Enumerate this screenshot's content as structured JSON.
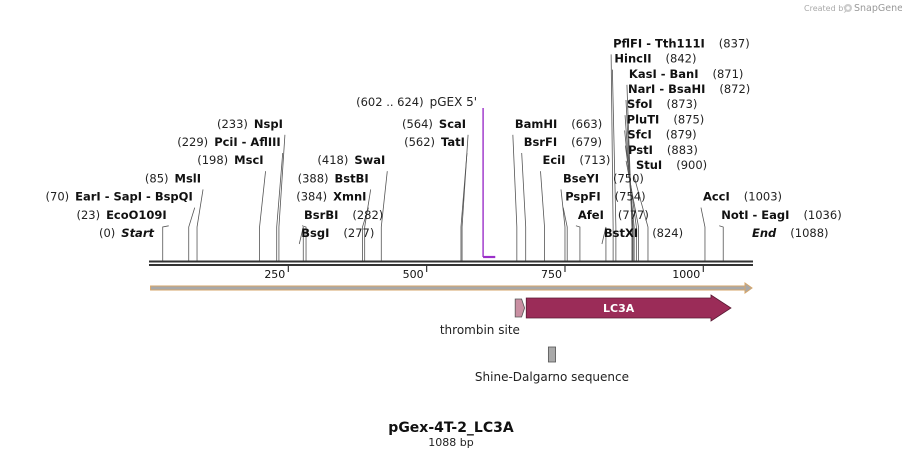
{
  "credit": {
    "prefix": "Created by",
    "brand": "SnapGene"
  },
  "plasmid": {
    "name": "pGex-4T-2_LC3A",
    "length_label": "1088 bp",
    "length": 1088
  },
  "colors": {
    "backbone": "#333333",
    "cut_line": "#555555",
    "primer": "#9b30c9",
    "orf": "#a8a8a8",
    "orf_border": "#d6a66a",
    "lc3a": "#9b2c58",
    "thrombin": "#c98fa2",
    "shine_dalgarno": "#a9a9a9"
  },
  "axis": {
    "ticks": [
      {
        "value": 250,
        "label": "250"
      },
      {
        "value": 500,
        "label": "500"
      },
      {
        "value": 750,
        "label": "750"
      },
      {
        "value": 1000,
        "label": "1000"
      }
    ]
  },
  "sites": [
    {
      "pos": 0,
      "pos_label": "(0)",
      "name": "Start",
      "italic": true,
      "side": "left",
      "row": 0
    },
    {
      "pos": 23,
      "pos_label": "(23)",
      "name": "EcoO109I",
      "side": "left",
      "row": 1
    },
    {
      "pos": 70,
      "pos_label": "(70)",
      "name": "EarI - SapI - BspQI",
      "side": "left",
      "row": 2
    },
    {
      "pos": 85,
      "pos_label": "(85)",
      "name": "MslI",
      "side": "left",
      "row": 3
    },
    {
      "pos": 198,
      "pos_label": "(198)",
      "name": "MscI",
      "side": "left",
      "row": 4
    },
    {
      "pos": 229,
      "pos_label": "(229)",
      "name": "PciI - AflIII",
      "side": "left",
      "row": 5
    },
    {
      "pos": 233,
      "pos_label": "(233)",
      "name": "NspI",
      "side": "left",
      "row": 6
    },
    {
      "pos": 277,
      "pos_label": "(277)",
      "name": "BsgI",
      "side": "right",
      "row": 0
    },
    {
      "pos": 282,
      "pos_label": "(282)",
      "name": "BsrBI",
      "side": "right",
      "row": 1
    },
    {
      "pos": 384,
      "pos_label": "(384)",
      "name": "XmnI",
      "side": "left",
      "row": 2
    },
    {
      "pos": 388,
      "pos_label": "(388)",
      "name": "BstBI",
      "side": "left",
      "row": 3
    },
    {
      "pos": 418,
      "pos_label": "(418)",
      "name": "SwaI",
      "side": "left",
      "row": 4
    },
    {
      "pos": 562,
      "pos_label": "(562)",
      "name": "TatI",
      "side": "left",
      "row": 5
    },
    {
      "pos": 564,
      "pos_label": "(564)",
      "name": "ScaI",
      "side": "left",
      "row": 6
    },
    {
      "pos": 663,
      "pos_label": "(663)",
      "name": "BamHI",
      "side": "right",
      "row": 6
    },
    {
      "pos": 679,
      "pos_label": "(679)",
      "name": "BsrFI",
      "side": "right",
      "row": 5
    },
    {
      "pos": 713,
      "pos_label": "(713)",
      "name": "EciI",
      "side": "right",
      "row": 4
    },
    {
      "pos": 750,
      "pos_label": "(750)",
      "name": "BseYI",
      "side": "right",
      "row": 3
    },
    {
      "pos": 754,
      "pos_label": "(754)",
      "name": "PspFI",
      "side": "right",
      "row": 2
    },
    {
      "pos": 777,
      "pos_label": "(777)",
      "name": "AfeI",
      "side": "right",
      "row": 1
    },
    {
      "pos": 824,
      "pos_label": "(824)",
      "name": "BstXI",
      "side": "right",
      "row": 0
    },
    {
      "pos": 837,
      "pos_label": "(837)",
      "name": "PflFI - Tth111I",
      "side": "right",
      "row": 15
    },
    {
      "pos": 842,
      "pos_label": "(842)",
      "name": "HincII",
      "side": "right",
      "row": 14
    },
    {
      "pos": 871,
      "pos_label": "(871)",
      "name": "KasI - BanI",
      "side": "right",
      "row": 13
    },
    {
      "pos": 872,
      "pos_label": "(872)",
      "name": "NarI - BsaHI",
      "side": "right",
      "row": 12
    },
    {
      "pos": 873,
      "pos_label": "(873)",
      "name": "SfoI",
      "side": "right",
      "row": 11
    },
    {
      "pos": 875,
      "pos_label": "(875)",
      "name": "PluTI",
      "side": "right",
      "row": 10
    },
    {
      "pos": 879,
      "pos_label": "(879)",
      "name": "SfcI",
      "side": "right",
      "row": 9
    },
    {
      "pos": 883,
      "pos_label": "(883)",
      "name": "PstI",
      "side": "right",
      "row": 8
    },
    {
      "pos": 900,
      "pos_label": "(900)",
      "name": "StuI",
      "side": "right",
      "row": 7
    },
    {
      "pos": 1003,
      "pos_label": "(1003)",
      "name": "AccI",
      "side": "right",
      "row": 2
    },
    {
      "pos": 1036,
      "pos_label": "(1036)",
      "name": "NotI - EagI",
      "side": "right",
      "row": 1
    },
    {
      "pos": 1088,
      "pos_label": "(1088)",
      "name": "End",
      "italic": true,
      "side": "right",
      "row": 0
    }
  ],
  "primer": {
    "start": 602,
    "end": 624,
    "range_label": "(602 .. 624)",
    "name": "pGEX 5'"
  },
  "features": [
    {
      "type": "orf",
      "start": 1,
      "end": 1088
    },
    {
      "type": "thrombin",
      "start": 660,
      "end": 677,
      "name": "thrombin site"
    },
    {
      "type": "lc3a",
      "start": 680,
      "end": 1050,
      "name": "LC3A"
    },
    {
      "type": "shine_dalgarno",
      "start": 720,
      "end": 733,
      "name": "Shine-Dalgarno sequence"
    }
  ]
}
